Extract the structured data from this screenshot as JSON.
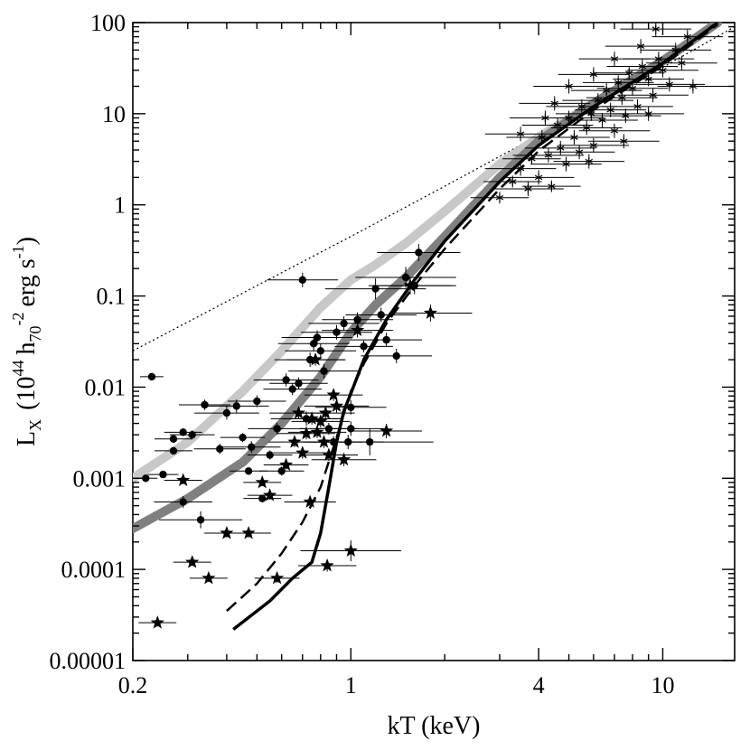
{
  "chart_data": {
    "type": "scatter",
    "title": "",
    "xlabel": "kT (keV)",
    "ylabel_parts": {
      "L": "L",
      "sub_X": "X",
      "open": "(10",
      "exp44": "44",
      "h": "h",
      "sub70": "70",
      "exp_minus2": "-2",
      "erg": "erg s",
      "exp_minus1": "-1",
      "close": ")"
    },
    "xscale": "log",
    "yscale": "log",
    "xlim": [
      0.2,
      17
    ],
    "ylim": [
      1e-05,
      100
    ],
    "grid": false,
    "legend": "none",
    "xticks": [
      0.2,
      1,
      4,
      10
    ],
    "xtick_labels": [
      "0.2",
      "1",
      "4",
      "10"
    ],
    "yticks": [
      1e-05,
      0.0001,
      0.001,
      0.01,
      0.1,
      1,
      10,
      100
    ],
    "ytick_labels": [
      "0.00001",
      "0.0001",
      "0.001",
      "0.01",
      "0.1",
      "1",
      "10",
      "100"
    ],
    "colors": {
      "light_band": "#c8c8c8",
      "dark_band": "#808080",
      "model_solid": "#000000",
      "model_dashed": "#000000",
      "points": "#000000"
    },
    "curves": [
      {
        "style": "dotted",
        "x": [
          0.2,
          0.5,
          1,
          2,
          4,
          8,
          17
        ],
        "y": [
          0.025,
          0.13,
          0.45,
          1.6,
          5.8,
          21,
          90
        ]
      },
      {
        "style": "light-band",
        "x": [
          0.2,
          0.3,
          0.45,
          0.6,
          0.8,
          1.0,
          1.2,
          1.5,
          2.0,
          3.0,
          4.0,
          6.0,
          10,
          15
        ],
        "y": [
          0.001,
          0.0025,
          0.009,
          0.025,
          0.075,
          0.15,
          0.22,
          0.38,
          0.85,
          2.8,
          5.5,
          13,
          38,
          100
        ]
      },
      {
        "style": "dark-band",
        "x": [
          0.2,
          0.3,
          0.45,
          0.6,
          0.8,
          1.0,
          1.2,
          1.5,
          2.0,
          3.0,
          4.0,
          6.0,
          10,
          15
        ],
        "y": [
          0.00028,
          0.0006,
          0.0015,
          0.004,
          0.013,
          0.04,
          0.08,
          0.16,
          0.45,
          2.0,
          5.0,
          13,
          38,
          100
        ]
      },
      {
        "style": "solid",
        "x": [
          0.42,
          0.55,
          0.65,
          0.75,
          0.8,
          0.85,
          0.9,
          0.95,
          1.0,
          1.1,
          1.3,
          1.6,
          2.0,
          3.0,
          4.0,
          6.0,
          10,
          15
        ],
        "y": [
          2.2e-05,
          4.5e-05,
          8e-05,
          0.00012,
          0.00025,
          0.0008,
          0.0025,
          0.0055,
          0.0085,
          0.02,
          0.055,
          0.15,
          0.4,
          1.8,
          4.5,
          12,
          36,
          100
        ]
      },
      {
        "style": "dashed",
        "x": [
          0.4,
          0.5,
          0.6,
          0.7,
          0.8,
          0.9,
          1.0,
          1.1,
          1.3,
          1.6,
          2.0,
          3.0,
          4.0,
          6.0,
          10,
          15
        ],
        "y": [
          3.5e-05,
          7e-05,
          0.00015,
          0.00033,
          0.0008,
          0.0028,
          0.009,
          0.018,
          0.05,
          0.13,
          0.33,
          1.5,
          3.9,
          11,
          34,
          95
        ]
      }
    ],
    "series": [
      {
        "marker": "circle",
        "points": [
          [
            0.23,
            0.013,
            0.03
          ],
          [
            0.22,
            0.001,
            0.03
          ],
          [
            0.25,
            0.0011,
            0.04
          ],
          [
            0.27,
            0.0027,
            0.05
          ],
          [
            0.27,
            0.002,
            0.05
          ],
          [
            0.29,
            0.0032,
            0.05
          ],
          [
            0.31,
            0.003,
            0.06
          ],
          [
            0.29,
            0.00055,
            0.08
          ],
          [
            0.34,
            0.0064,
            0.07
          ],
          [
            0.33,
            0.00035,
            0.12
          ],
          [
            0.38,
            0.0021,
            0.07
          ],
          [
            0.4,
            0.0052,
            0.09
          ],
          [
            0.43,
            0.0062,
            0.09
          ],
          [
            0.45,
            0.0028,
            0.06
          ],
          [
            0.47,
            0.0012,
            0.05
          ],
          [
            0.5,
            0.007,
            0.08
          ],
          [
            0.48,
            0.0022,
            0.08
          ],
          [
            0.52,
            0.0006,
            0.05
          ],
          [
            0.55,
            0.0018,
            0.06
          ],
          [
            0.58,
            0.0035,
            0.08
          ],
          [
            0.6,
            0.0012,
            0.06
          ],
          [
            0.62,
            0.012,
            0.09
          ],
          [
            0.65,
            0.0095,
            0.08
          ],
          [
            0.68,
            0.011,
            0.08
          ],
          [
            0.7,
            0.15,
            0.1
          ],
          [
            0.72,
            0.0045,
            0.1
          ],
          [
            0.74,
            0.02,
            0.1
          ],
          [
            0.76,
            0.03,
            0.1
          ],
          [
            0.78,
            0.035,
            0.1
          ],
          [
            0.8,
            0.025,
            0.1
          ],
          [
            0.82,
            0.015,
            0.1
          ],
          [
            0.85,
            0.0035,
            0.08
          ],
          [
            0.88,
            0.0025,
            0.08
          ],
          [
            0.9,
            0.04,
            0.1
          ],
          [
            0.95,
            0.05,
            0.1
          ],
          [
            0.98,
            0.0025,
            0.1
          ],
          [
            1.0,
            0.0035,
            0.1
          ],
          [
            1.0,
            0.006,
            0.1
          ],
          [
            1.05,
            0.055,
            0.1
          ],
          [
            1.1,
            0.028,
            0.08
          ],
          [
            1.15,
            0.0025,
            0.2
          ],
          [
            1.2,
            0.12,
            0.15
          ],
          [
            1.25,
            0.062,
            0.1
          ],
          [
            1.3,
            0.033,
            0.1
          ],
          [
            1.4,
            0.022,
            0.1
          ],
          [
            1.5,
            0.16,
            0.15
          ],
          [
            1.6,
            0.13,
            0.12
          ],
          [
            1.65,
            0.3,
            0.12
          ]
        ]
      },
      {
        "marker": "star",
        "points": [
          [
            0.24,
            2.6e-05,
            0.05
          ],
          [
            0.29,
            0.00095,
            0.05
          ],
          [
            0.31,
            0.00012,
            0.05
          ],
          [
            0.35,
            8e-05,
            0.05
          ],
          [
            0.4,
            0.00025,
            0.06
          ],
          [
            0.47,
            0.00025,
            0.06
          ],
          [
            0.52,
            0.0009,
            0.05
          ],
          [
            0.55,
            0.00065,
            0.06
          ],
          [
            0.58,
            8e-05,
            0.06
          ],
          [
            0.62,
            0.0014,
            0.06
          ],
          [
            0.66,
            0.0025,
            0.07
          ],
          [
            0.68,
            0.0052,
            0.08
          ],
          [
            0.7,
            0.0019,
            0.08
          ],
          [
            0.72,
            0.0031,
            0.08
          ],
          [
            0.74,
            0.00055,
            0.07
          ],
          [
            0.75,
            0.0045,
            0.08
          ],
          [
            0.77,
            0.02,
            0.08
          ],
          [
            0.78,
            0.0032,
            0.08
          ],
          [
            0.8,
            0.0042,
            0.08
          ],
          [
            0.82,
            0.0025,
            0.08
          ],
          [
            0.83,
            0.0052,
            0.08
          ],
          [
            0.84,
            0.00011,
            0.08
          ],
          [
            0.85,
            0.0018,
            0.08
          ],
          [
            0.88,
            0.0082,
            0.08
          ],
          [
            0.9,
            0.0062,
            0.09
          ],
          [
            0.95,
            0.0016,
            0.09
          ],
          [
            1.0,
            0.00016,
            0.15
          ],
          [
            1.05,
            0.042,
            0.1
          ],
          [
            1.3,
            0.0033,
            0.1
          ],
          [
            1.55,
            0.13,
            0.12
          ],
          [
            1.8,
            0.065,
            0.12
          ]
        ]
      },
      {
        "marker": "asterisk",
        "points": [
          [
            3.0,
            1.2,
            0.08
          ],
          [
            3.3,
            1.8,
            0.08
          ],
          [
            3.5,
            2.5,
            0.1
          ],
          [
            3.7,
            1.5,
            0.1
          ],
          [
            3.8,
            3.2,
            0.08
          ],
          [
            4.0,
            2.0,
            0.1
          ],
          [
            4.1,
            5.5,
            0.1
          ],
          [
            4.3,
            3.5,
            0.1
          ],
          [
            4.4,
            1.6,
            0.08
          ],
          [
            4.6,
            7.5,
            0.1
          ],
          [
            4.7,
            4.2,
            0.1
          ],
          [
            4.9,
            2.8,
            0.1
          ],
          [
            5.0,
            9.0,
            0.1
          ],
          [
            5.2,
            5.5,
            0.1
          ],
          [
            5.4,
            3.8,
            0.1
          ],
          [
            5.5,
            12,
            0.1
          ],
          [
            5.7,
            7.0,
            0.1
          ],
          [
            5.9,
            10,
            0.1
          ],
          [
            6.0,
            4.5,
            0.1
          ],
          [
            6.2,
            14,
            0.1
          ],
          [
            6.4,
            8.5,
            0.1
          ],
          [
            6.6,
            18,
            0.1
          ],
          [
            6.8,
            11,
            0.1
          ],
          [
            7.0,
            6.5,
            0.1
          ],
          [
            7.2,
            22,
            0.1
          ],
          [
            7.4,
            15,
            0.1
          ],
          [
            7.6,
            9.5,
            0.1
          ],
          [
            7.8,
            28,
            0.1
          ],
          [
            8.0,
            19,
            0.1
          ],
          [
            8.3,
            12,
            0.1
          ],
          [
            8.6,
            33,
            0.1
          ],
          [
            9.0,
            24,
            0.1
          ],
          [
            9.3,
            16,
            0.1
          ],
          [
            9.7,
            40,
            0.1
          ],
          [
            10.0,
            30,
            0.1
          ],
          [
            10.5,
            21,
            0.1
          ],
          [
            11.0,
            50,
            0.1
          ],
          [
            11.5,
            36,
            0.1
          ],
          [
            12.0,
            70,
            0.1
          ],
          [
            6.0,
            27,
            0.1
          ],
          [
            5.0,
            20,
            0.1
          ],
          [
            4.5,
            13,
            0.1
          ],
          [
            7.0,
            40,
            0.1
          ],
          [
            8.5,
            55,
            0.1
          ],
          [
            9.5,
            85,
            0.1
          ],
          [
            3.5,
            6.0,
            0.1
          ],
          [
            4.2,
            9.0,
            0.1
          ],
          [
            5.8,
            3.0,
            0.1
          ],
          [
            7.5,
            5.0,
            0.1
          ],
          [
            9.0,
            10,
            0.1
          ],
          [
            12.5,
            20,
            0.1
          ]
        ]
      }
    ]
  }
}
